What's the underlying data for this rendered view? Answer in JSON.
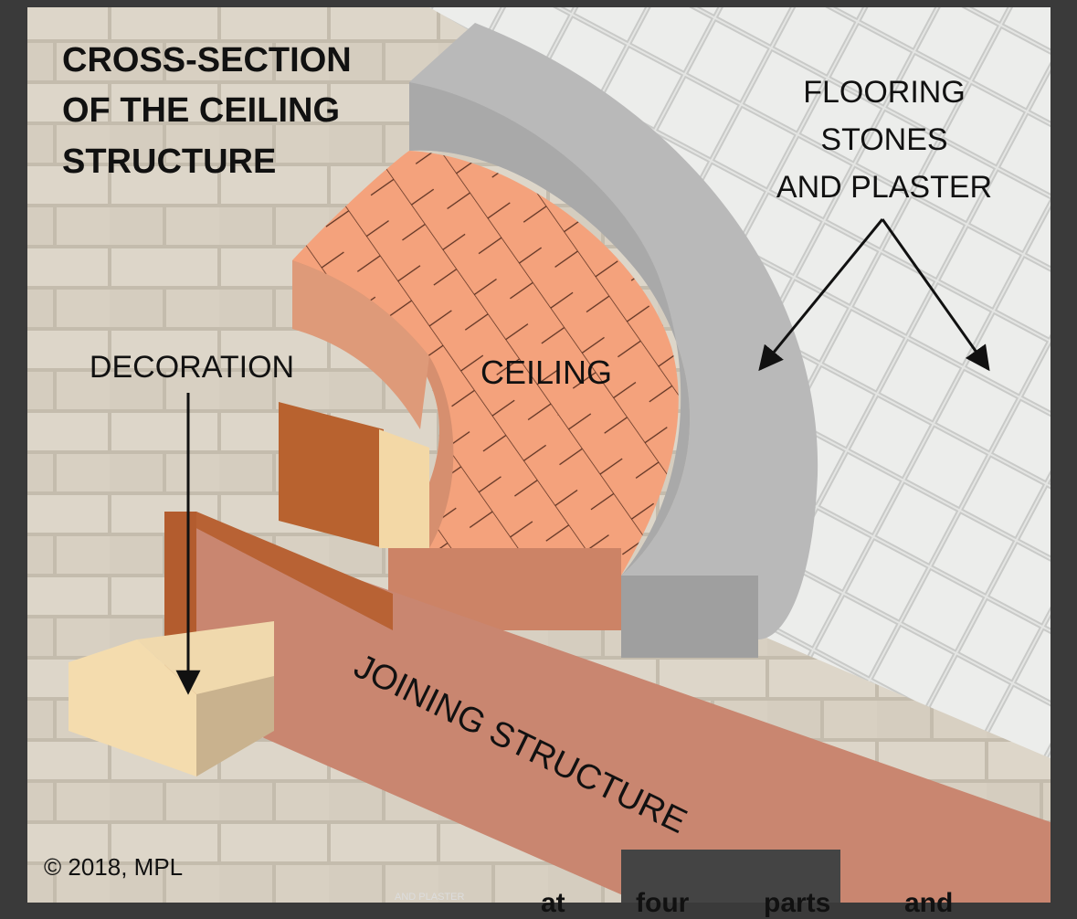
{
  "diagram": {
    "title_lines": [
      "CROSS-SECTION",
      "OF THE CEILING",
      "STRUCTURE"
    ],
    "labels": {
      "flooring_lines": [
        "FLOORING",
        "STONES",
        "AND PLASTER"
      ],
      "ceiling": "CEILING",
      "decoration": "DECORATION",
      "joining": "JOINING STRUCTURE"
    },
    "credit": "© 2018, MPL"
  },
  "page_fragments": {
    "bottom_small": "AND PLASTER",
    "bottom_words": [
      "at",
      "four",
      "parts",
      "and"
    ]
  },
  "colors": {
    "frame": "#3a3a3a",
    "wall_stone": "#d9d2c4",
    "floor_tile": "#e4e5e3",
    "plaster_band": "#b8b8b8",
    "ceiling_top": "#f2a27c",
    "ceiling_side": "#d48d6d",
    "beam_wood": "#c06838",
    "beam_face": "#c98670",
    "decoration": "#f2d8a8"
  }
}
